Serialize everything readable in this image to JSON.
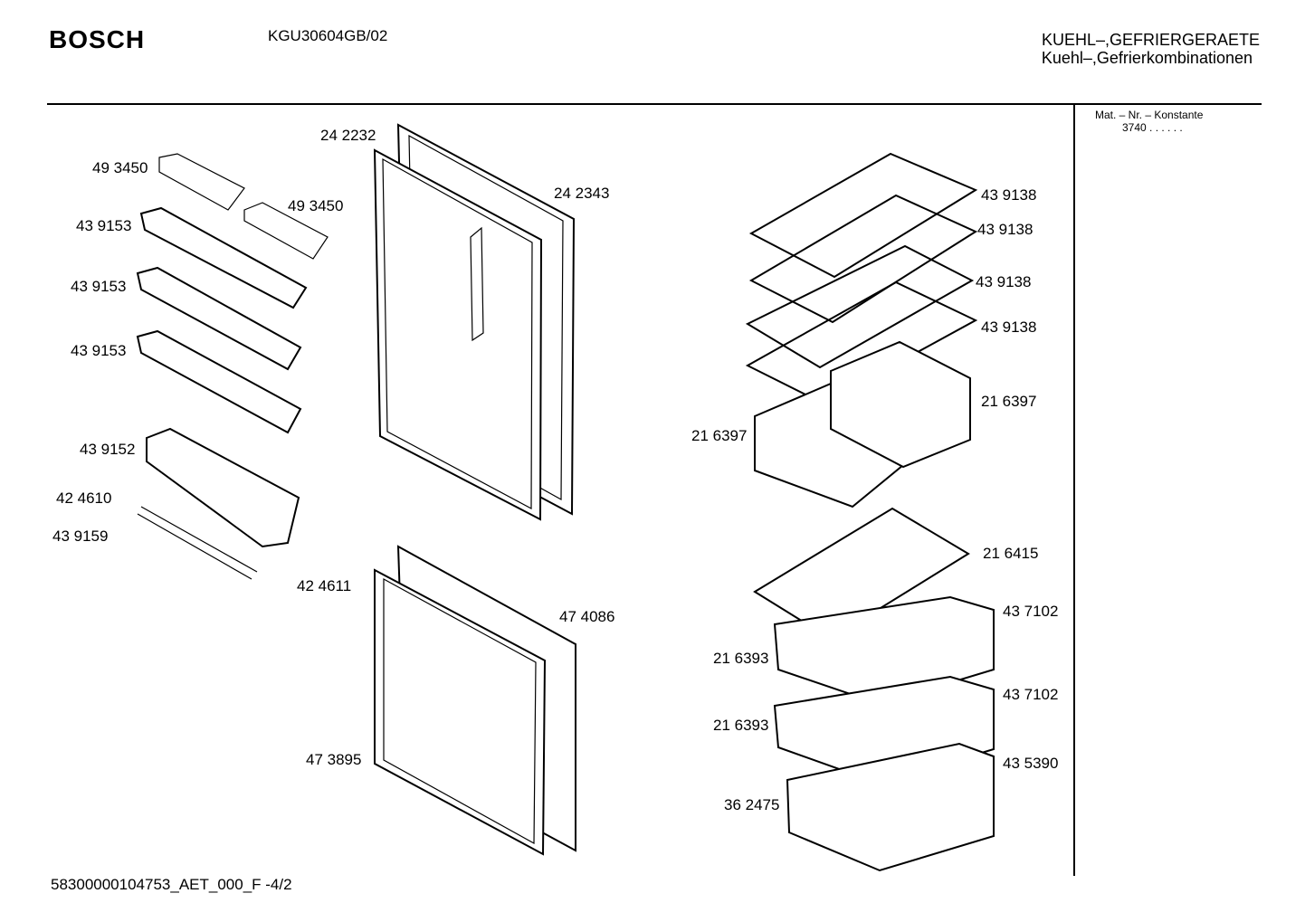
{
  "header": {
    "brand": "BOSCH",
    "model": "KGU30604GB/02",
    "category_line1": "KUEHL–,GEFRIERGERAETE",
    "category_line2": "Kuehl–,Gefrierkombinationen"
  },
  "side_panel": {
    "heading": "Mat. – Nr. – Konstante",
    "value": "3740 .  .  .  .  .  ."
  },
  "footer": {
    "doc_id": "58300000104753_AET_000_F -4/2"
  },
  "part_labels": [
    "24 2232",
    "49 3450",
    "49 3450",
    "24 2343",
    "43 9153",
    "43 9153",
    "43 9153",
    "43 9152",
    "42 4610",
    "43 9159",
    "42 4611",
    "43 9138",
    "43 9138",
    "43 9138",
    "43 9138",
    "21 6397",
    "21 6397",
    "21 6415",
    "43 7102",
    "21 6393",
    "43 7102",
    "21 6393",
    "43 5390",
    "36 2475",
    "47 4086",
    "47 3895"
  ]
}
